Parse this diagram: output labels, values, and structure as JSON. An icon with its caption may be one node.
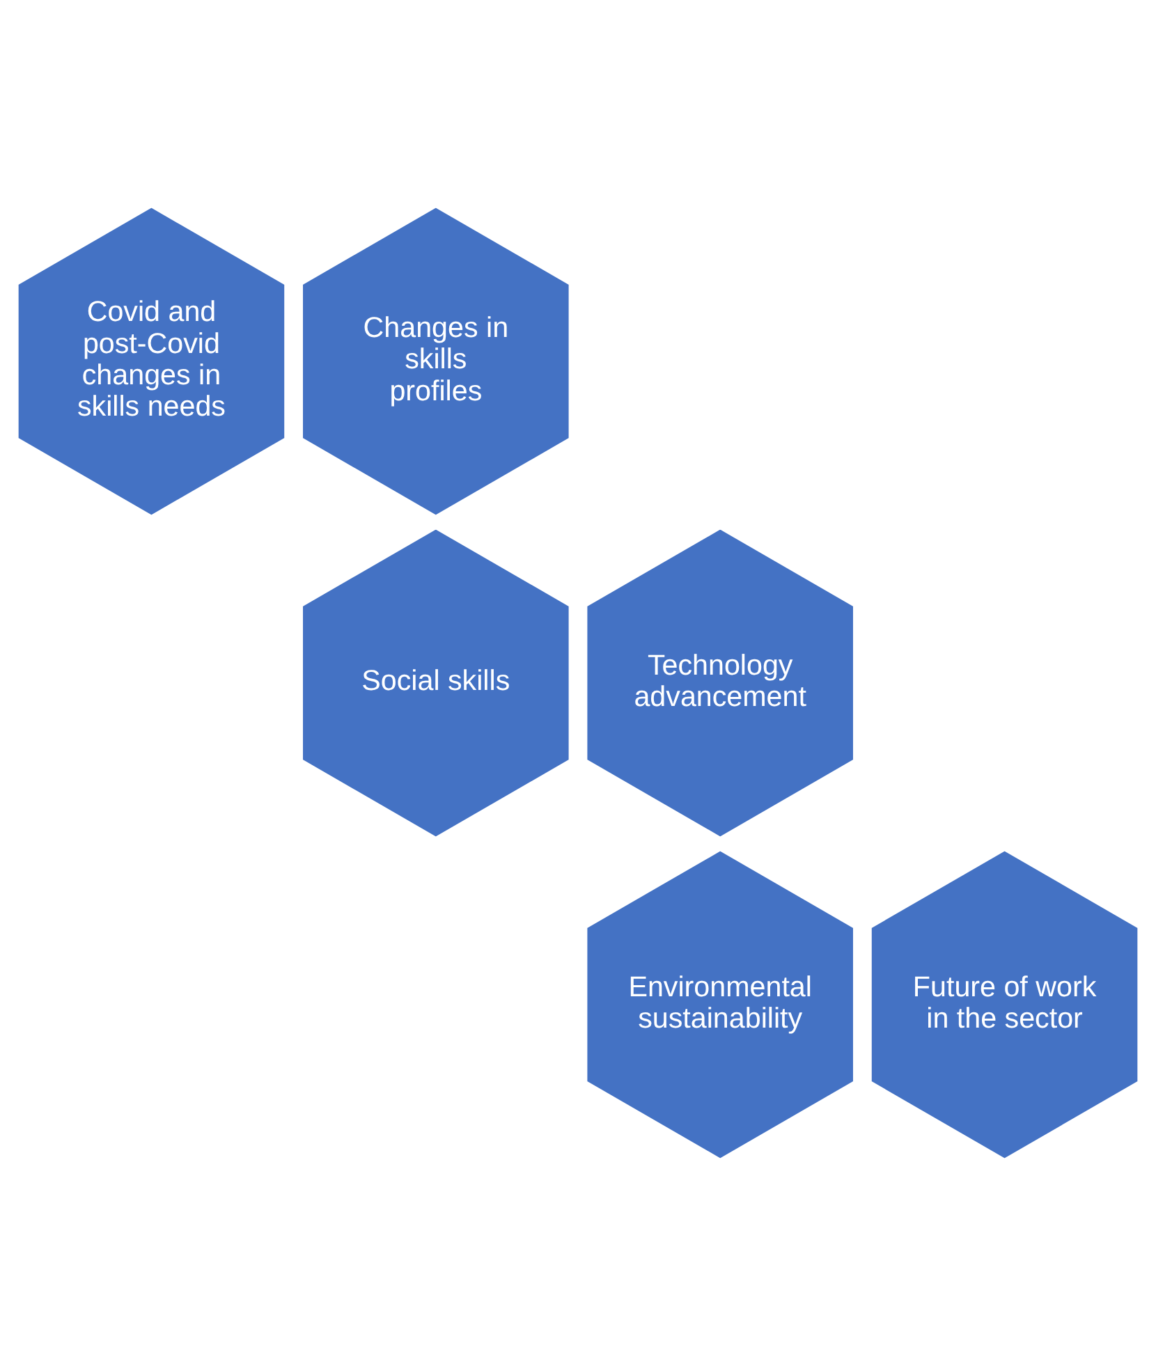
{
  "diagram": {
    "nodes": [
      {
        "text": [
          "Covid and post-Covid changes in skills needs"
        ]
      },
      {
        "text": [
          "Changes in skills profiles"
        ]
      },
      {
        "text": [
          "Social skills"
        ]
      },
      {
        "text": [
          "Technology advancement"
        ]
      },
      {
        "text": [
          "Environmental sustainability"
        ]
      },
      {
        "text": [
          "Future of work in the sector"
        ]
      }
    ]
  }
}
